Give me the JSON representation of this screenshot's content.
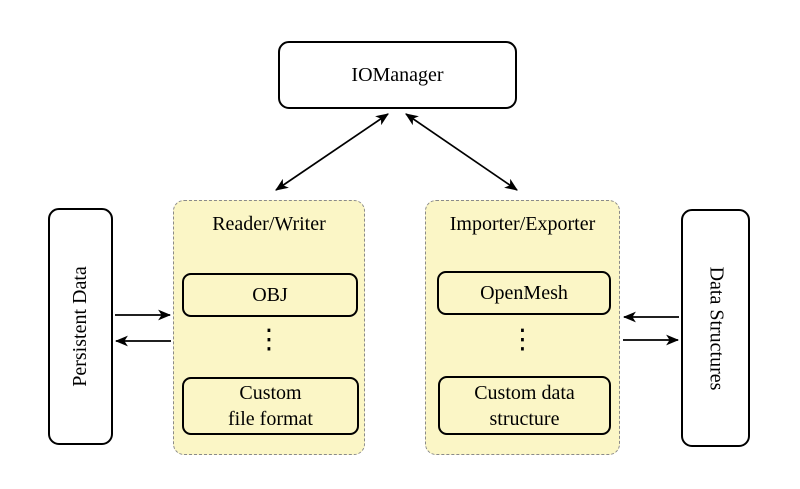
{
  "figure_type": "architecture-diagram",
  "colors": {
    "background": "#FFFFFF",
    "group_fill": "#FBF6C6",
    "group_border": "#8A8A8A",
    "node_fill": "#FFFFFF",
    "node_border": "#000000",
    "arrow": "#000000"
  },
  "nodes": {
    "iomanager": "IOManager",
    "persistent_data": "Persistent Data",
    "data_structures": "Data Structures"
  },
  "groups": [
    {
      "title": "Reader/Writer",
      "top_box": "OBJ",
      "ellipsis": "⋮",
      "bottom_box_line1": "Custom",
      "bottom_box_line2": "file format"
    },
    {
      "title": "Importer/Exporter",
      "top_box": "OpenMesh",
      "ellipsis": "⋮",
      "bottom_box_line1": "Custom data",
      "bottom_box_line2": "structure"
    }
  ],
  "connections": [
    {
      "from": "IOManager",
      "to": "Reader/Writer",
      "bidirectional": true
    },
    {
      "from": "IOManager",
      "to": "Importer/Exporter",
      "bidirectional": true
    },
    {
      "from": "Persistent Data",
      "to": "Reader/Writer",
      "bidirectional": false
    },
    {
      "from": "Reader/Writer",
      "to": "Persistent Data",
      "bidirectional": false
    },
    {
      "from": "Data Structures",
      "to": "Importer/Exporter",
      "bidirectional": false
    },
    {
      "from": "Importer/Exporter",
      "to": "Data Structures",
      "bidirectional": false
    }
  ]
}
